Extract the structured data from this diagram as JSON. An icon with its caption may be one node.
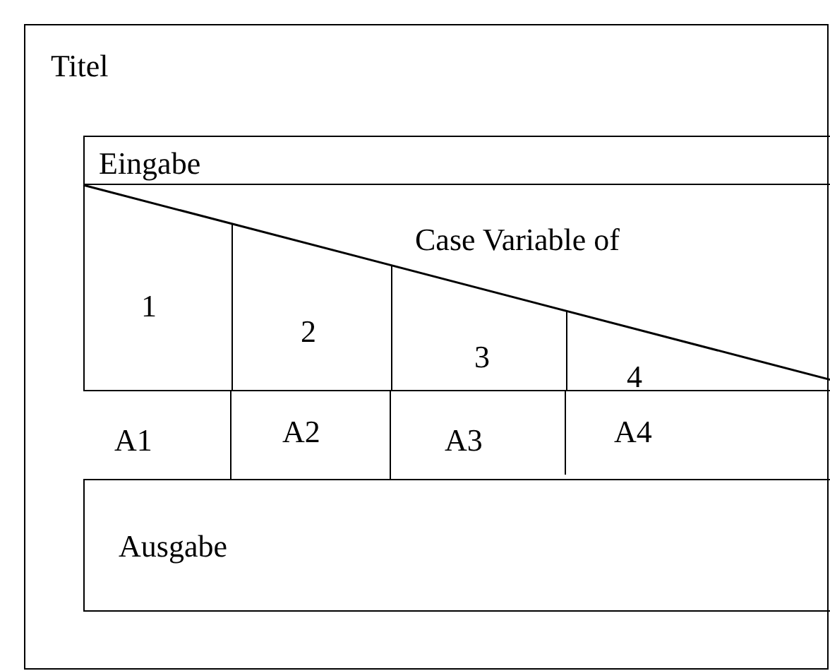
{
  "diagram": {
    "nodes": [
      {
        "text": [
          "Titel"
        ]
      },
      {
        "text": [
          "Eingabe"
        ],
        "in": 0
      },
      {
        "text": [
          "Case Variable of"
        ],
        "in": 0
      },
      {
        "text": [
          "1"
        ],
        "in": 2
      },
      {
        "text": [
          "2"
        ],
        "in": 2
      },
      {
        "text": [
          "3"
        ],
        "in": 2
      },
      {
        "text": [
          "4"
        ],
        "in": 2
      },
      {
        "text": [
          "A1"
        ],
        "in": 0
      },
      {
        "text": [
          "A2"
        ],
        "in": 0
      },
      {
        "text": [
          "A3"
        ],
        "in": 0
      },
      {
        "text": [
          "A4"
        ],
        "in": 0
      },
      {
        "text": [
          "Ausgabe"
        ],
        "in": 0
      }
    ]
  }
}
